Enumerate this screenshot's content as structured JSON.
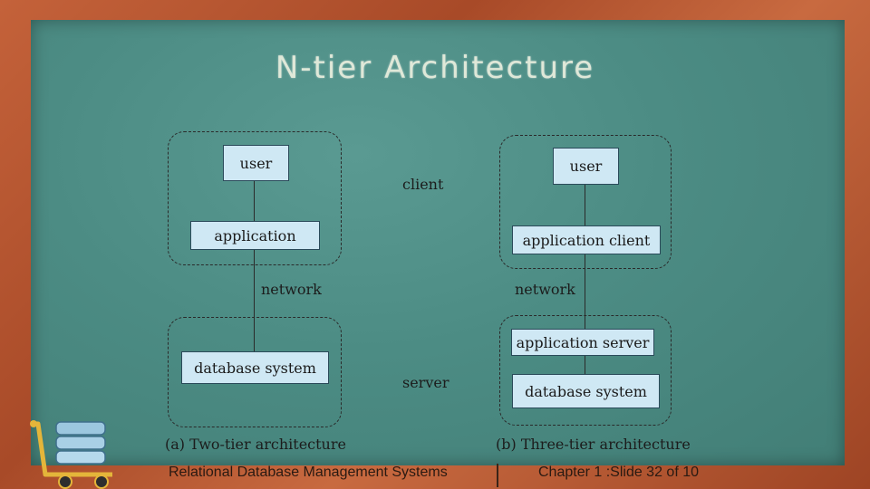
{
  "slide": {
    "title": "N-tier Architecture"
  },
  "two_tier": {
    "user": "user",
    "application": "application",
    "network": "network",
    "database": "database system",
    "caption": "(a) Two-tier architecture"
  },
  "zones": {
    "client": "client",
    "server": "server"
  },
  "three_tier": {
    "user": "user",
    "app_client": "application client",
    "network": "network",
    "app_server": "application server",
    "database": "database system",
    "caption": "(b) Three-tier architecture"
  },
  "footer": {
    "course": "Relational Database Management Systems",
    "slide_ref": "Chapter 1 :Slide 32 of 10"
  },
  "colors": {
    "board": "#4c8c84",
    "frame": "#b5542e",
    "box_fill": "#cfe8f4"
  }
}
